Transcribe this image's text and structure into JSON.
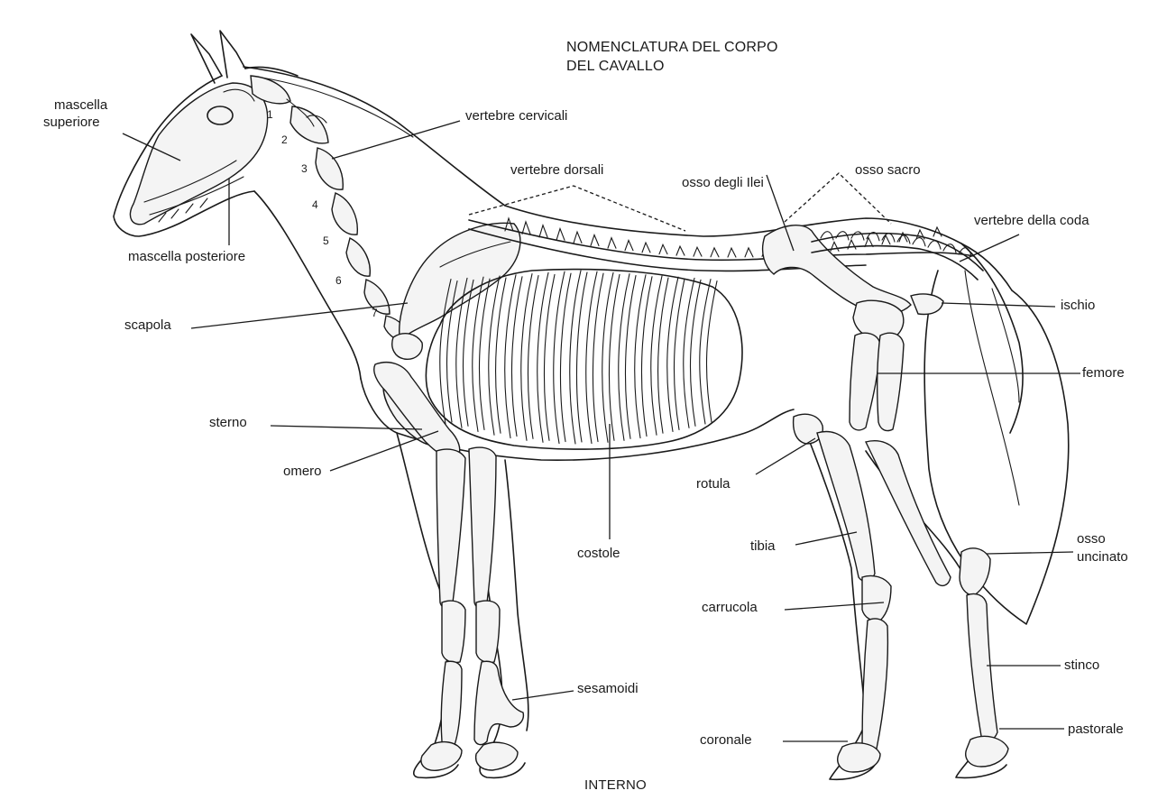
{
  "diagram": {
    "title_line1": "NOMENCLATURA DEL CORPO",
    "title_line2": "DEL CAVALLO",
    "footer": "INTERNO",
    "neck_numbers": [
      "1",
      "2",
      "3",
      "4",
      "5",
      "6",
      "7"
    ],
    "labels": {
      "mascella_superiore_1": "mascella",
      "mascella_superiore_2": "superiore",
      "mascella_posteriore": "mascella posteriore",
      "scapola": "scapola",
      "sterno": "sterno",
      "omero": "omero",
      "vertebre_cervicali": "vertebre cervicali",
      "vertebre_dorsali": "vertebre dorsali",
      "osso_degli_ilei": "osso degli Ilei",
      "osso_sacro": "osso sacro",
      "vertebre_della_coda": "vertebre della coda",
      "ischio": "ischio",
      "femore": "femore",
      "rotula": "rotula",
      "costole": "costole",
      "tibia": "tibia",
      "osso_uncinato_1": "osso",
      "osso_uncinato_2": "uncinato",
      "carrucola": "carrucola",
      "stinco": "stinco",
      "sesamoidi": "sesamoidi",
      "coronale": "coronale",
      "pastorale": "pastorale"
    }
  }
}
